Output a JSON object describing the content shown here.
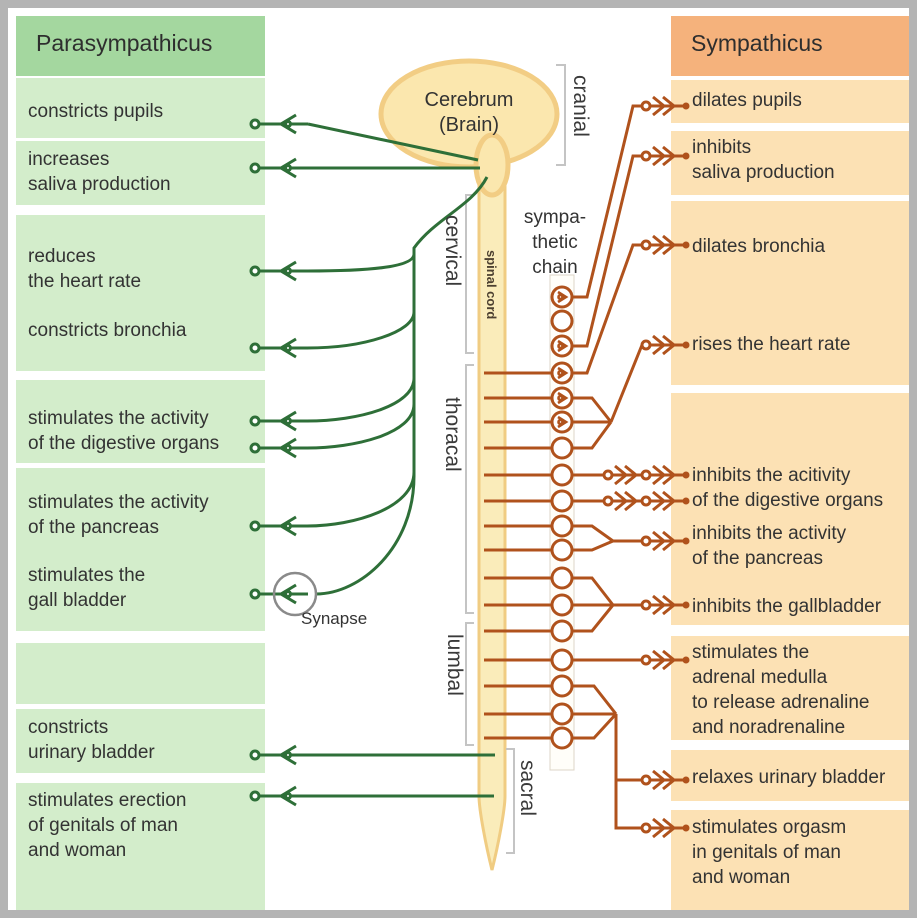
{
  "left_panel": {
    "title": "Parasympathicus",
    "items": [
      {
        "text": "constricts pupils"
      },
      {
        "text": "increases\nsaliva production"
      },
      {
        "text": "reduces\nthe heart rate"
      },
      {
        "text": "constricts bronchia"
      },
      {
        "text": "stimulates the activity\nof the digestive organs"
      },
      {
        "text": "stimulates the activity\nof the pancreas"
      },
      {
        "text": "stimulates the\ngall bladder"
      },
      {
        "text": "constricts\nurinary bladder"
      },
      {
        "text": "stimulates erection\nof genitals of man\nand woman"
      }
    ]
  },
  "right_panel": {
    "title": "Sympathicus",
    "items": [
      {
        "text": "dilates pupils"
      },
      {
        "text": "inhibits\nsaliva production"
      },
      {
        "text": "dilates bronchia"
      },
      {
        "text": "rises the heart rate"
      },
      {
        "text": "inhibits the acitivity\nof the digestive organs"
      },
      {
        "text": "inhibits the activity\nof the pancreas"
      },
      {
        "text": "inhibits the gallbladder"
      },
      {
        "text": "stimulates the\nadrenal medulla\nto release adrenaline\nand noradrenaline"
      },
      {
        "text": "relaxes urinary bladder"
      },
      {
        "text": "stimulates orgasm\nin genitals of man\nand woman"
      }
    ]
  },
  "center": {
    "brain_label": "Cerebrum\n(Brain)",
    "spinal_cord_label": "spinal cord",
    "chain_label": "sympa-\nthetic\nchain",
    "synapse_label": "Synapse",
    "regions": [
      "cranial",
      "cervical",
      "thoracal",
      "lumbal",
      "sacral"
    ]
  },
  "colors": {
    "left_header_bg": "#a4d79f",
    "left_item_bg": "#d3edcb",
    "right_header_bg": "#f5b27c",
    "right_item_bg": "#fce1b4",
    "green_line": "#2e6f38",
    "orange_line": "#b0521c",
    "brain_fill": "#fbe7ae",
    "brain_stroke": "#f2cd84",
    "text": "#333333",
    "frame": "#b4b4b4"
  }
}
